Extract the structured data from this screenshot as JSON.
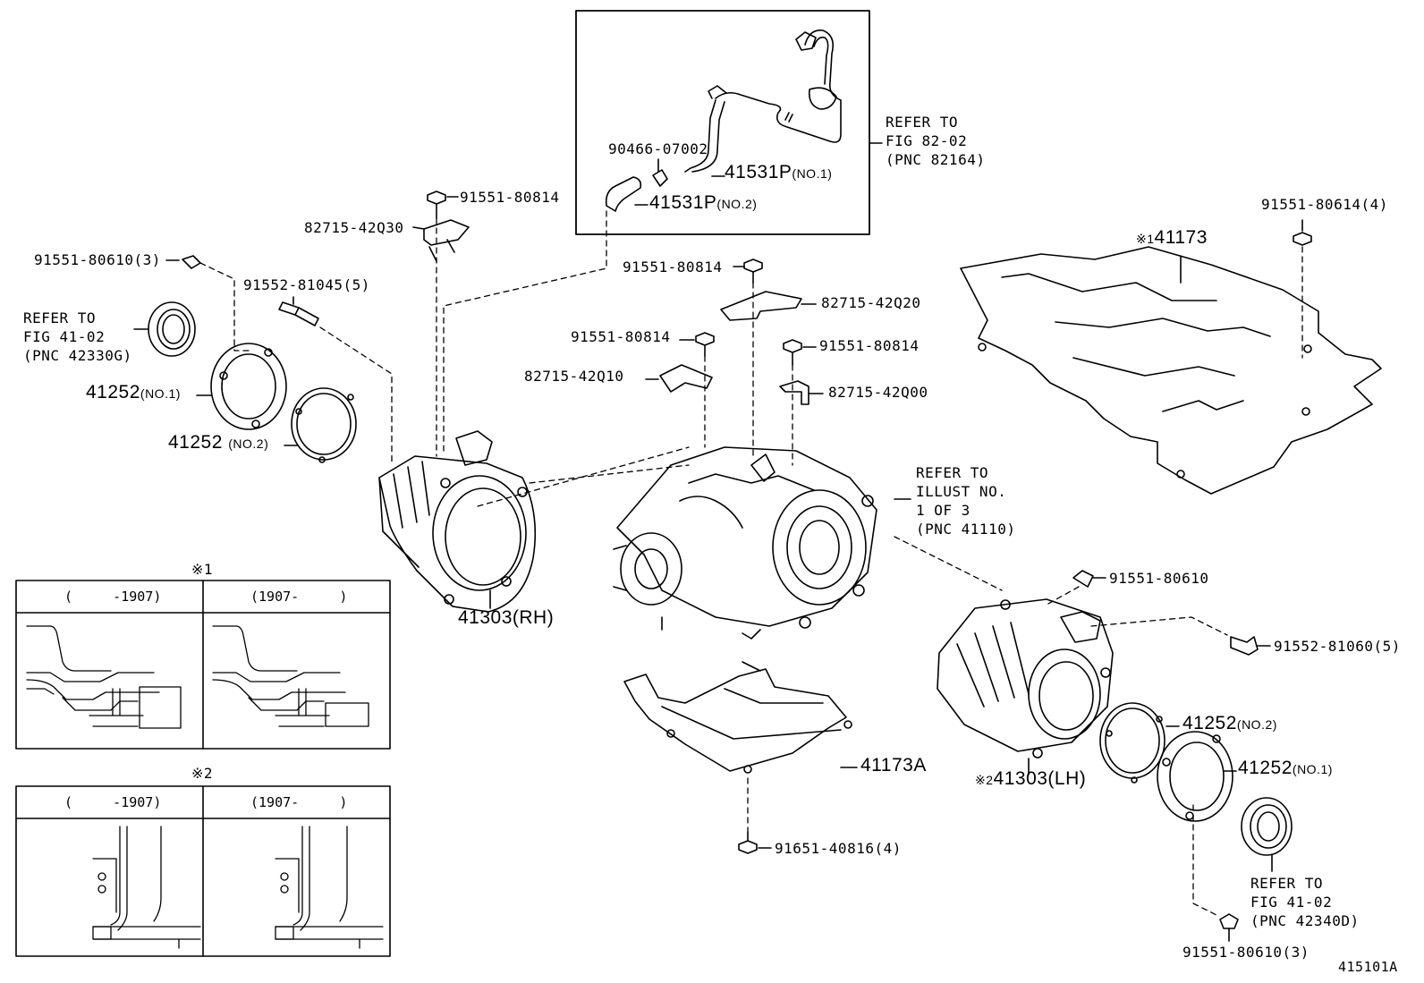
{
  "figure_code": "415101A",
  "ref_notes": {
    "ref_82_02": "REFER TO\nFIG 82-02\n(PNC 82164)",
    "ref_41_02_left": "REFER TO\nFIG 41-02\n(PNC 42330G)",
    "ref_illust": "REFER TO\nILLUST NO.\n1 OF 3\n(PNC 41110)",
    "ref_41_02_right": "REFER TO\nFIG 41-02\n(PNC 42340D)"
  },
  "parts": {
    "p_90466": "90466-07002",
    "p_41531_no1": "41531P",
    "p_41531_no1_sub": "(NO.1)",
    "p_41531_no2": "41531P",
    "p_41531_no2_sub": "(NO.2)",
    "p_91551_80814_a": "91551-80814",
    "p_82715_42q30": "82715-42Q30",
    "p_91551_80610_3a": "91551-80610(3)",
    "p_91552_81045": "91552-81045(5)",
    "p_41252_no1_left": "41252",
    "p_41252_no1_left_sub": "(NO.1)",
    "p_41252_no2_left": "41252",
    "p_41252_no2_left_sub": "(NO.2)",
    "p_91551_80814_b": "91551-80814",
    "p_82715_42q20": "82715-42Q20",
    "p_91551_80814_c": "91551-80814",
    "p_82715_42q10": "82715-42Q10",
    "p_91551_80814_d": "91551-80814",
    "p_82715_42q00": "82715-42Q00",
    "p_41303_rh": "41303(RH)",
    "p_41173_mark": "※1",
    "p_41173": "41173",
    "p_91551_80614": "91551-80614(4)",
    "p_91551_80610": "91551-80610",
    "p_91552_81060": "91552-81060(5)",
    "p_41252_no2_right": "41252",
    "p_41252_no2_right_sub": "(NO.2)",
    "p_41252_no1_right": "41252",
    "p_41252_no1_right_sub": "(NO.1)",
    "p_41303_lh_mark": "※2",
    "p_41303_lh": "41303(LH)",
    "p_41173a": "41173A",
    "p_91651_40816": "91651-40816(4)",
    "p_91551_80610_3b": "91551-80610(3)"
  },
  "insets": {
    "inset1_mark": "※1",
    "inset2_mark": "※2",
    "col_before": "(     -1907)",
    "col_after": "(1907-     )"
  }
}
